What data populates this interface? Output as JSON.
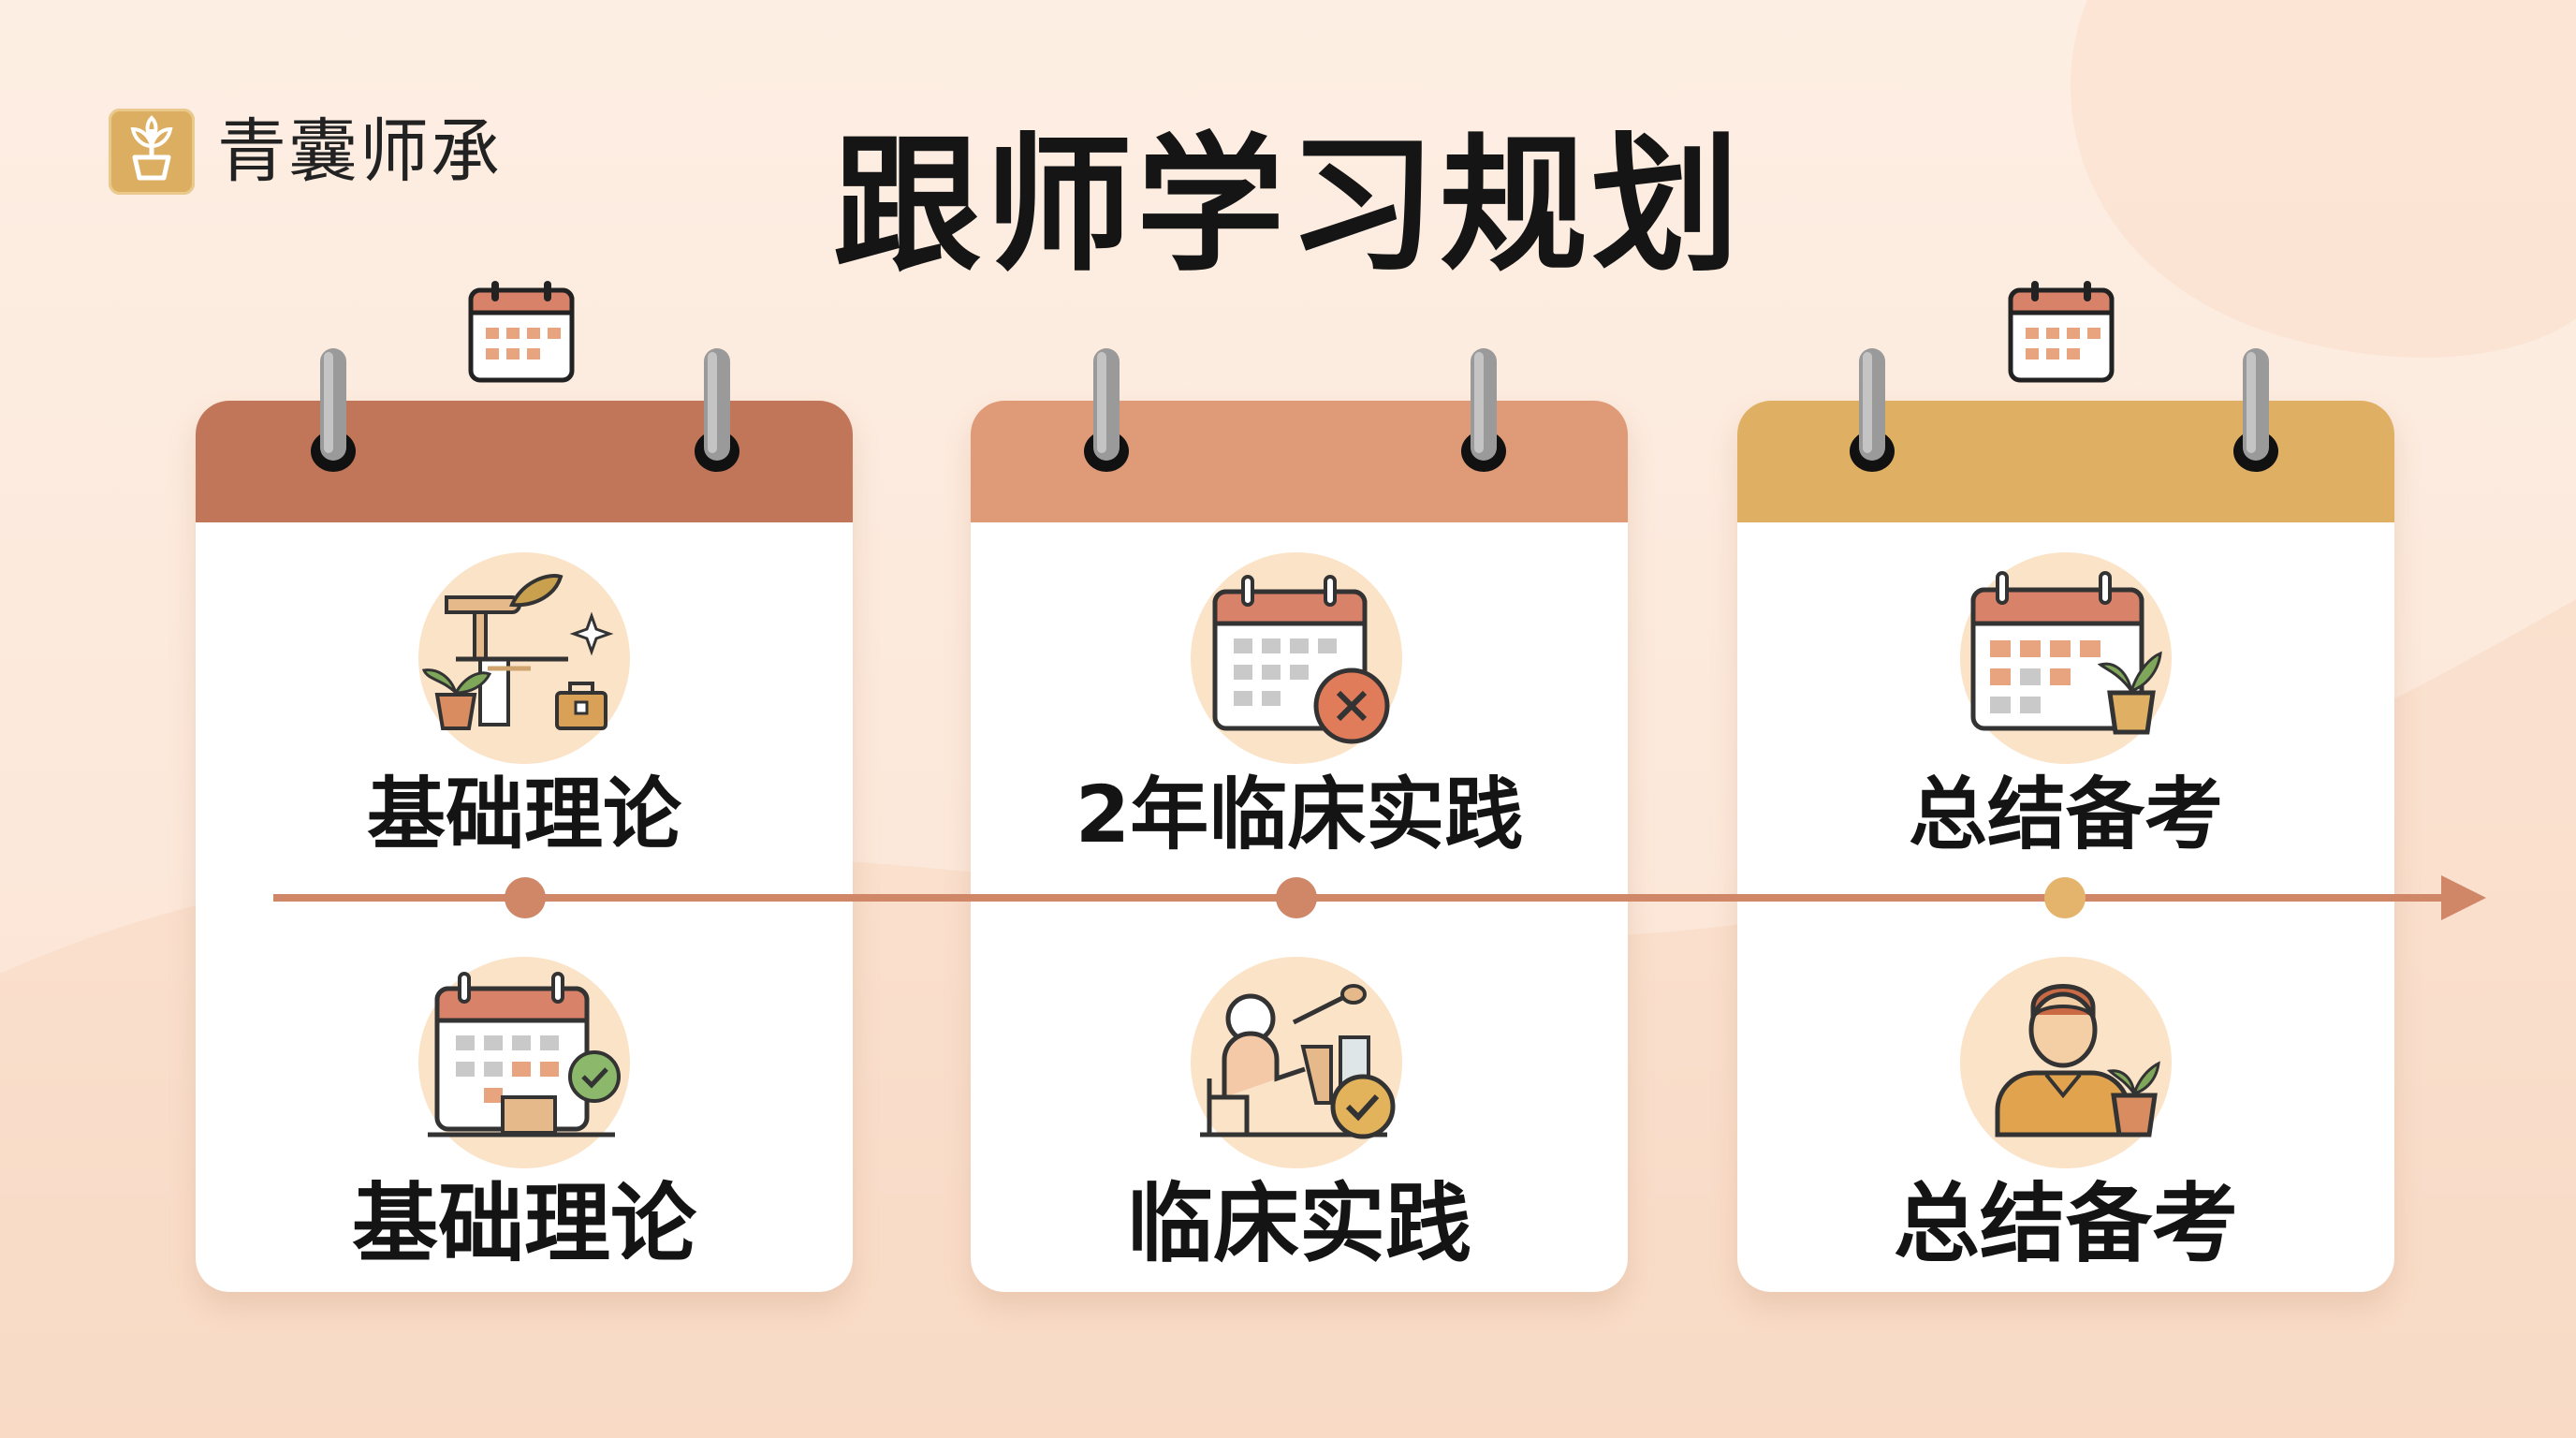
{
  "brand": {
    "name": "青囊师承",
    "logo_icon": "lotus-plant-icon",
    "logo_color": "#dcae62"
  },
  "title": "跟师学习规划",
  "timeline": {
    "color": "#cf8768"
  },
  "stages": [
    {
      "header_color": "#c27659",
      "dot_color": "#cf8768",
      "top_label": "基础理论",
      "top_icon": "study-desk-plant-icon",
      "bottom_label": "基础理论",
      "bottom_icon": "calendar-check-icon",
      "floating_icon": "calendar-icon"
    },
    {
      "header_color": "#df9a78",
      "dot_color": "#cf8768",
      "top_label": "2年临床实践",
      "top_icon": "calendar-cancel-icon",
      "bottom_label": "临床实践",
      "bottom_icon": "clinic-practice-check-icon"
    },
    {
      "header_color": "#dfb064",
      "dot_color": "#e5b46c",
      "top_label": "总结备考",
      "top_icon": "calendar-plant-icon",
      "bottom_label": "总结备考",
      "bottom_icon": "practitioner-plant-icon",
      "floating_icon": "calendar-icon"
    }
  ]
}
